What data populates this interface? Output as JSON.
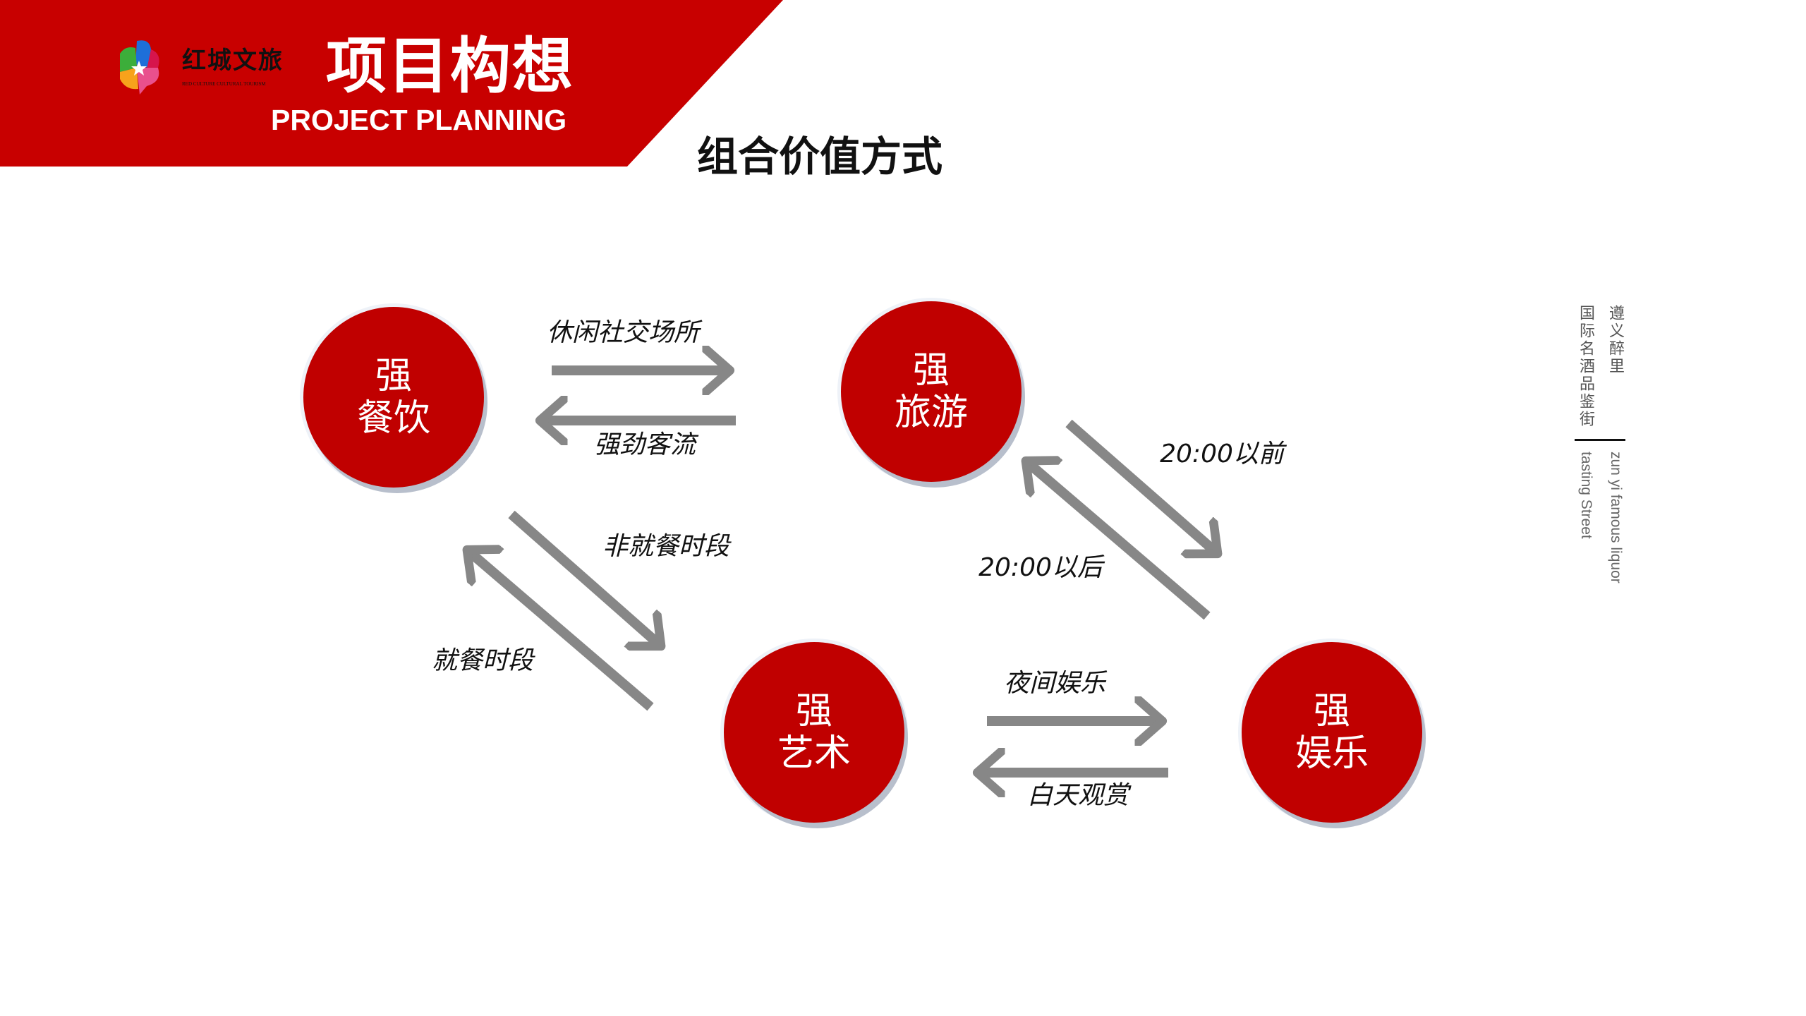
{
  "header": {
    "logo_text": "红城文旅",
    "logo_subtext": "RED CULTURE CULTURAL TOURISM",
    "title_cn": "项目构想",
    "title_en": "PROJECT PLANNING",
    "subtitle": "组合价值方式"
  },
  "colors": {
    "brand_red": "#c00000",
    "arrow_gray": "#878787"
  },
  "nodes": [
    {
      "line1": "强",
      "line2": "餐饮"
    },
    {
      "line1": "强",
      "line2": "旅游"
    },
    {
      "line1": "强",
      "line2": "艺术"
    },
    {
      "line1": "强",
      "line2": "娱乐"
    }
  ],
  "edges": {
    "dining_to_tourism": "休闲社交场所",
    "tourism_to_dining": "强劲客流",
    "dining_to_art": "非就餐时段",
    "art_to_dining": "就餐时段",
    "tourism_to_ent": "20:00以前",
    "ent_to_tourism": "20:00以后",
    "art_to_ent": "夜间娱乐",
    "ent_to_art": "白天观赏"
  },
  "side_caption": {
    "cn_col1": "遵义醉里",
    "cn_col2": "国际名酒品鉴街",
    "en_col1": "zun yi famous liquor",
    "en_col2": "tasting Street"
  }
}
